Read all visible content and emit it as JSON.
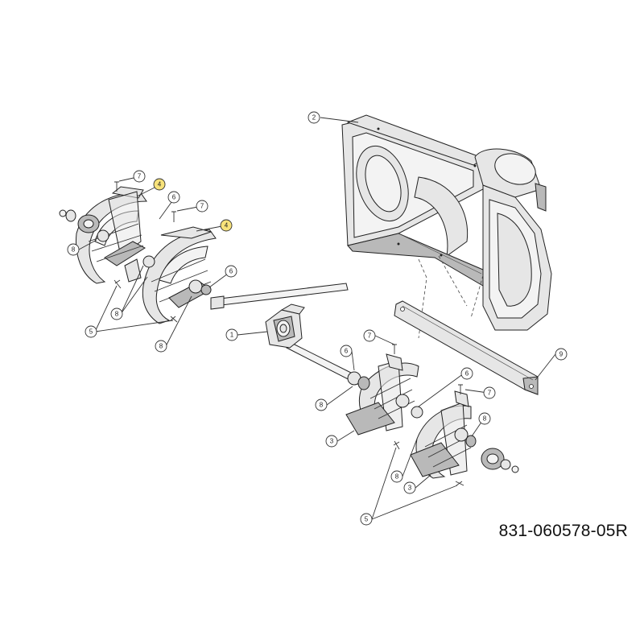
{
  "part_number": "831-060578-05R",
  "colors": {
    "highlight": "#f7e27a",
    "line": "#222222",
    "fill": "#e6e6e6"
  },
  "callouts": [
    {
      "id": "c-2",
      "label": "2"
    },
    {
      "id": "c-7a",
      "label": "7"
    },
    {
      "id": "c-4a",
      "label": "4",
      "highlighted": true
    },
    {
      "id": "c-6a",
      "label": "6"
    },
    {
      "id": "c-7b",
      "label": "7"
    },
    {
      "id": "c-4b",
      "label": "4",
      "highlighted": true
    },
    {
      "id": "c-8a",
      "label": "8"
    },
    {
      "id": "c-6b",
      "label": "6"
    },
    {
      "id": "c-8b",
      "label": "8"
    },
    {
      "id": "c-5a",
      "label": "5"
    },
    {
      "id": "c-8c",
      "label": "8"
    },
    {
      "id": "c-1",
      "label": "1"
    },
    {
      "id": "c-7c",
      "label": "7"
    },
    {
      "id": "c-6c",
      "label": "6"
    },
    {
      "id": "c-9",
      "label": "9"
    },
    {
      "id": "c-8d",
      "label": "8"
    },
    {
      "id": "c-6d",
      "label": "6"
    },
    {
      "id": "c-7d",
      "label": "7"
    },
    {
      "id": "c-8e",
      "label": "8"
    },
    {
      "id": "c-3a",
      "label": "3"
    },
    {
      "id": "c-8f",
      "label": "8"
    },
    {
      "id": "c-3b",
      "label": "3"
    },
    {
      "id": "c-5b",
      "label": "5"
    }
  ]
}
